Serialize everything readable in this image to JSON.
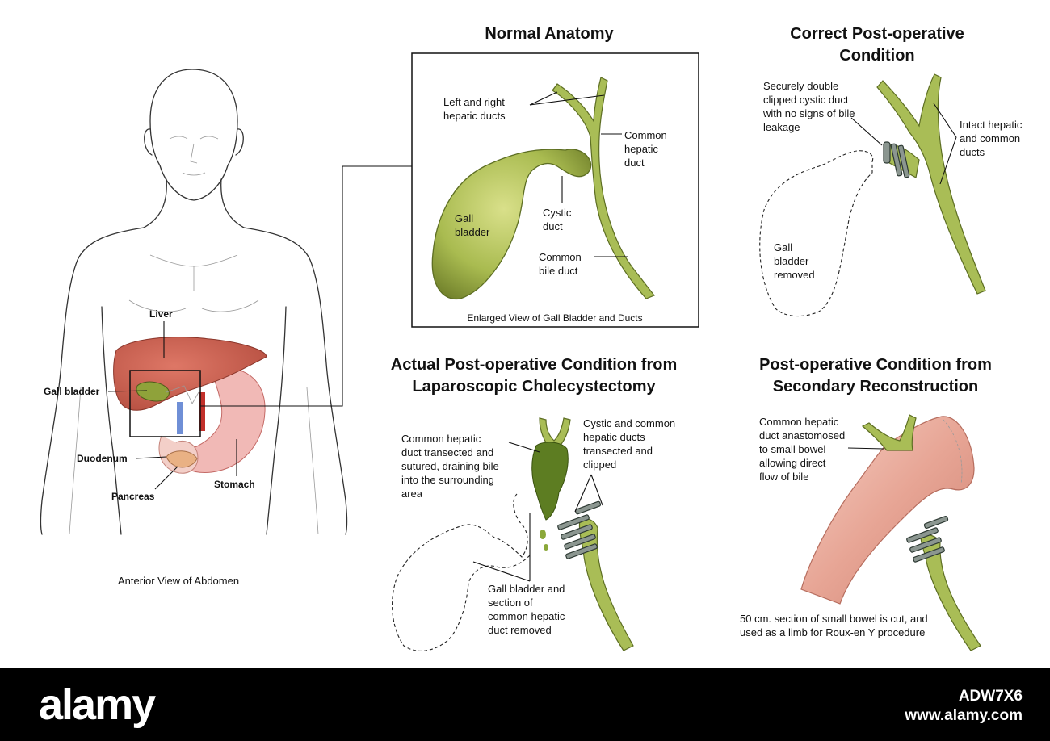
{
  "panels": {
    "body": {
      "caption": "Anterior View of Abdomen",
      "labels": {
        "liver": "Liver",
        "gall_bladder": "Gall bladder",
        "duodenum": "Duodenum",
        "pancreas": "Pancreas",
        "stomach": "Stomach"
      }
    },
    "normal": {
      "title": "Normal Anatomy",
      "caption": "Enlarged View of Gall Bladder and Ducts",
      "labels": {
        "hepatic_1": "Left and right",
        "hepatic_2": "hepatic ducts",
        "common_hepatic_1": "Common",
        "common_hepatic_2": "hepatic",
        "common_hepatic_3": "duct",
        "gall_1": "Gall",
        "gall_2": "bladder",
        "cystic_1": "Cystic",
        "cystic_2": "duct",
        "bile_1": "Common",
        "bile_2": "bile duct"
      }
    },
    "correct": {
      "title_1": "Correct Post-operative",
      "title_2": "Condition",
      "labels": {
        "clip_1": "Securely double",
        "clip_2": "clipped cystic duct",
        "clip_3": "with no signs of bile",
        "clip_4": "leakage",
        "intact_1": "Intact hepatic",
        "intact_2": "and common",
        "intact_3": "ducts",
        "removed_1": "Gall",
        "removed_2": "bladder",
        "removed_3": "removed"
      }
    },
    "actual": {
      "title_1": "Actual Post-operative Condition from",
      "title_2": "Laparoscopic Cholecystectomy",
      "labels": {
        "transected_1": "Common hepatic",
        "transected_2": "duct transected and",
        "transected_3": "sutured, draining bile",
        "transected_4": "into the surrounding",
        "transected_5": "area",
        "cystic_1": "Cystic and common",
        "cystic_2": "hepatic ducts",
        "cystic_3": "transected and",
        "cystic_4": "clipped",
        "removed_1": "Gall bladder and",
        "removed_2": "section of",
        "removed_3": "common hepatic",
        "removed_4": "duct removed"
      }
    },
    "secondary": {
      "title_1": "Post-operative Condition from",
      "title_2": "Secondary Reconstruction",
      "labels": {
        "anast_1": "Common hepatic",
        "anast_2": "duct anastomosed",
        "anast_3": "to small bowel",
        "anast_4": "allowing direct",
        "anast_5": "flow of bile",
        "bowel_1": "50 cm. section of small bowel is cut, and",
        "bowel_2": "used as a limb for Roux-en Y procedure"
      }
    }
  },
  "footer": {
    "brand": "alamy",
    "image_id": "ADW7X6",
    "site": "www.alamy.com"
  },
  "colors": {
    "duct_green": "#a9bd56",
    "liver_red": "#c9584a",
    "bowel_pink": "#e9a99a",
    "footer_bg": "#000000"
  }
}
